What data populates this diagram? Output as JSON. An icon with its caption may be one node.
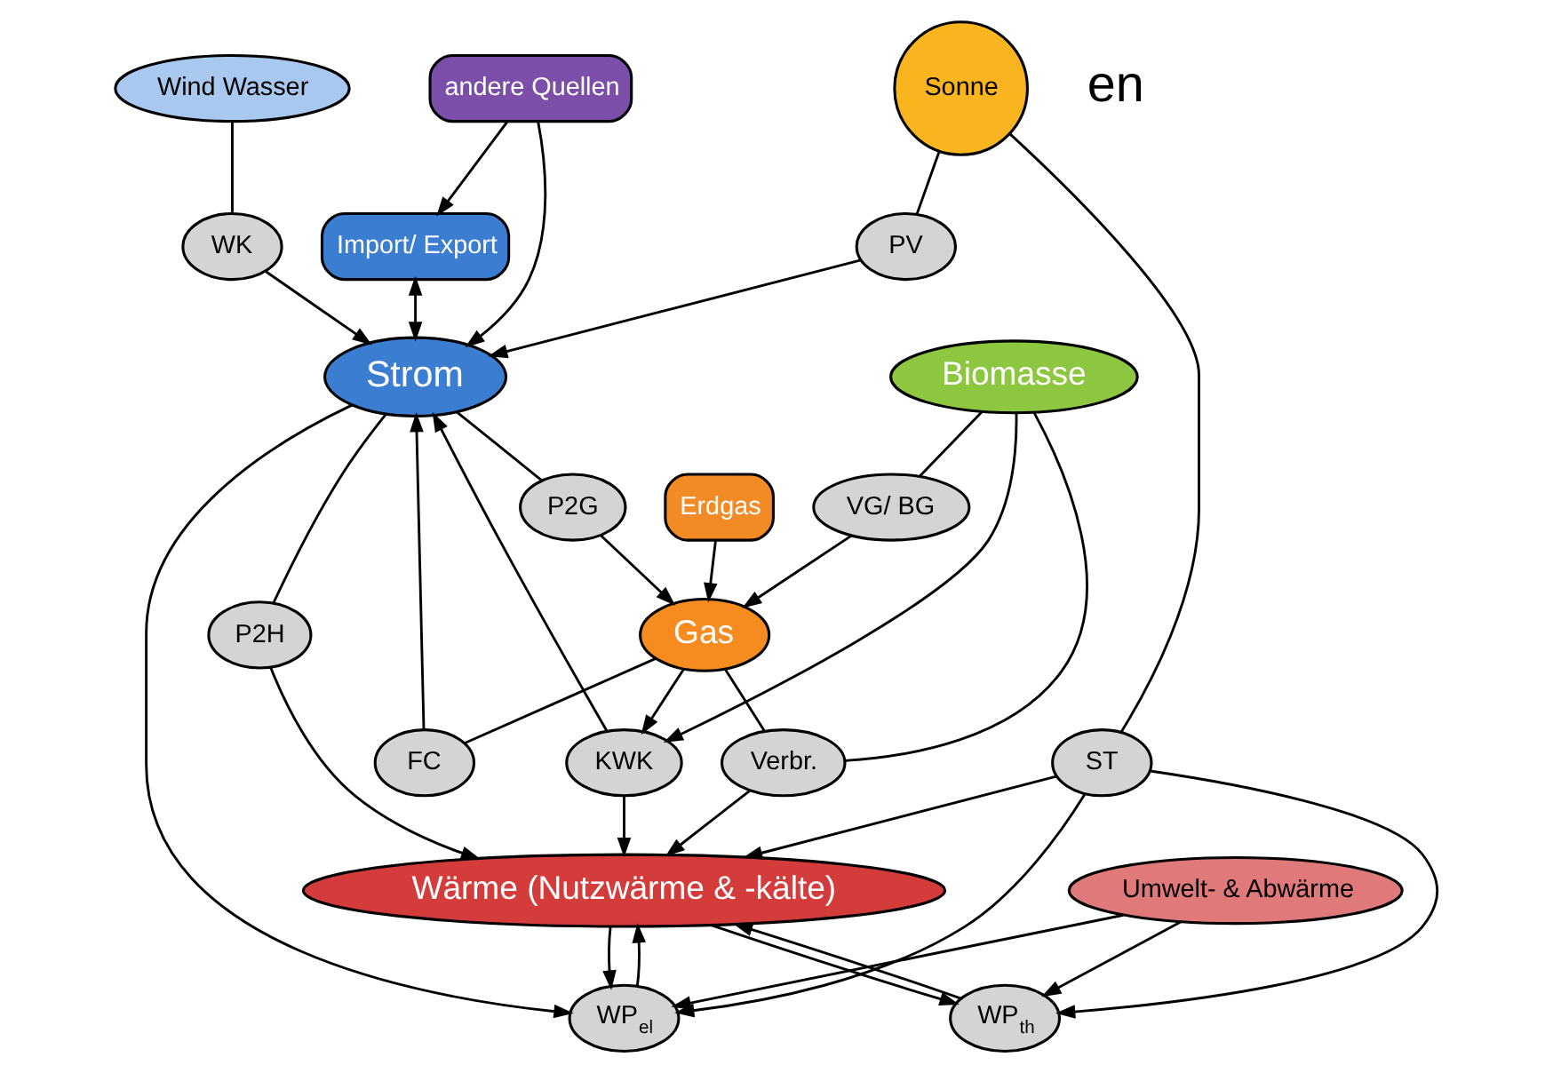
{
  "diagram": {
    "nodes": [
      {
        "text": [
          "Sonne"
        ]
      },
      {
        "text": [
          "Wind Wasser"
        ]
      },
      {
        "text": [
          "WK"
        ]
      },
      {
        "text": [
          "Import/ Export"
        ]
      },
      {
        "text": [
          "andere Quellen"
        ]
      },
      {
        "text": [
          "Erdgas"
        ]
      },
      {
        "text": [
          "PV"
        ]
      },
      {
        "text": [
          "Strom"
        ]
      },
      {
        "text": [
          "ST"
        ]
      },
      {
        "text": [
          "P2G"
        ]
      },
      {
        "text": [
          "KWK"
        ]
      },
      {
        "text": [
          "WP$_{el}$"
        ]
      },
      {
        "text": [
          "P2H"
        ]
      },
      {
        "text": [
          "FC"
        ]
      },
      {
        "text": [
          "WP$_{th}$"
        ]
      },
      {
        "text": [
          "Biomasse"
        ]
      },
      {
        "text": [
          "Wärme (Nutzwärme & -kälte)"
        ]
      },
      {
        "text": [
          "Verbr."
        ]
      },
      {
        "text": [
          "VG/ BG"
        ]
      },
      {
        "text": [
          "Gas"
        ]
      },
      {
        "text": [
          "Umwelt- & Abwärme"
        ]
      }
    ],
    "edges": [
      {
        "from": 1,
        "to": 2,
        "arrow": "none"
      },
      {
        "from": 2,
        "to": 7,
        "arrow": "to"
      },
      {
        "from": 0,
        "to": 6,
        "arrow": "none"
      },
      {
        "from": 6,
        "to": 7,
        "arrow": "to"
      },
      {
        "from": 3,
        "to": 7,
        "arrow": "both"
      },
      {
        "from": 4,
        "to": 3,
        "arrow": "to"
      },
      {
        "from": 4,
        "to": 7,
        "arrow": "to"
      },
      {
        "from": 5,
        "to": 19,
        "arrow": "to"
      },
      {
        "from": 7,
        "to": 9,
        "arrow": "none"
      },
      {
        "from": 9,
        "to": 19,
        "arrow": "to"
      },
      {
        "from": 7,
        "to": 11,
        "arrow": "to"
      },
      {
        "from": 7,
        "to": 12,
        "arrow": "none"
      },
      {
        "from": 12,
        "to": 16,
        "arrow": "to"
      },
      {
        "from": 10,
        "to": 7,
        "arrow": "to"
      },
      {
        "from": 15,
        "to": 10,
        "arrow": "to"
      },
      {
        "from": 19,
        "to": 10,
        "arrow": "to"
      },
      {
        "from": 10,
        "to": 16,
        "arrow": "to"
      },
      {
        "from": 19,
        "to": 13,
        "arrow": "none"
      },
      {
        "from": 13,
        "to": 7,
        "arrow": "to"
      },
      {
        "from": 0,
        "to": 8,
        "arrow": "none"
      },
      {
        "from": 8,
        "to": 11,
        "arrow": "to"
      },
      {
        "from": 8,
        "to": 14,
        "arrow": "to"
      },
      {
        "from": 8,
        "to": 16,
        "arrow": "to"
      },
      {
        "from": 20,
        "to": 11,
        "arrow": "to"
      },
      {
        "from": 20,
        "to": 14,
        "arrow": "to"
      },
      {
        "from": 11,
        "to": 16,
        "arrow": "to"
      },
      {
        "from": 14,
        "to": 16,
        "arrow": "to"
      },
      {
        "from": 16,
        "to": 11,
        "arrow": "to"
      },
      {
        "from": 16,
        "to": 14,
        "arrow": "to"
      },
      {
        "from": 15,
        "to": 17,
        "arrow": "none"
      },
      {
        "from": 15,
        "to": 18,
        "arrow": "none"
      },
      {
        "from": 17,
        "to": 16,
        "arrow": "to"
      },
      {
        "from": 18,
        "to": 19,
        "arrow": "to"
      },
      {
        "from": 19,
        "to": 17,
        "arrow": "none"
      }
    ],
    "labels": [
      "en"
    ]
  }
}
